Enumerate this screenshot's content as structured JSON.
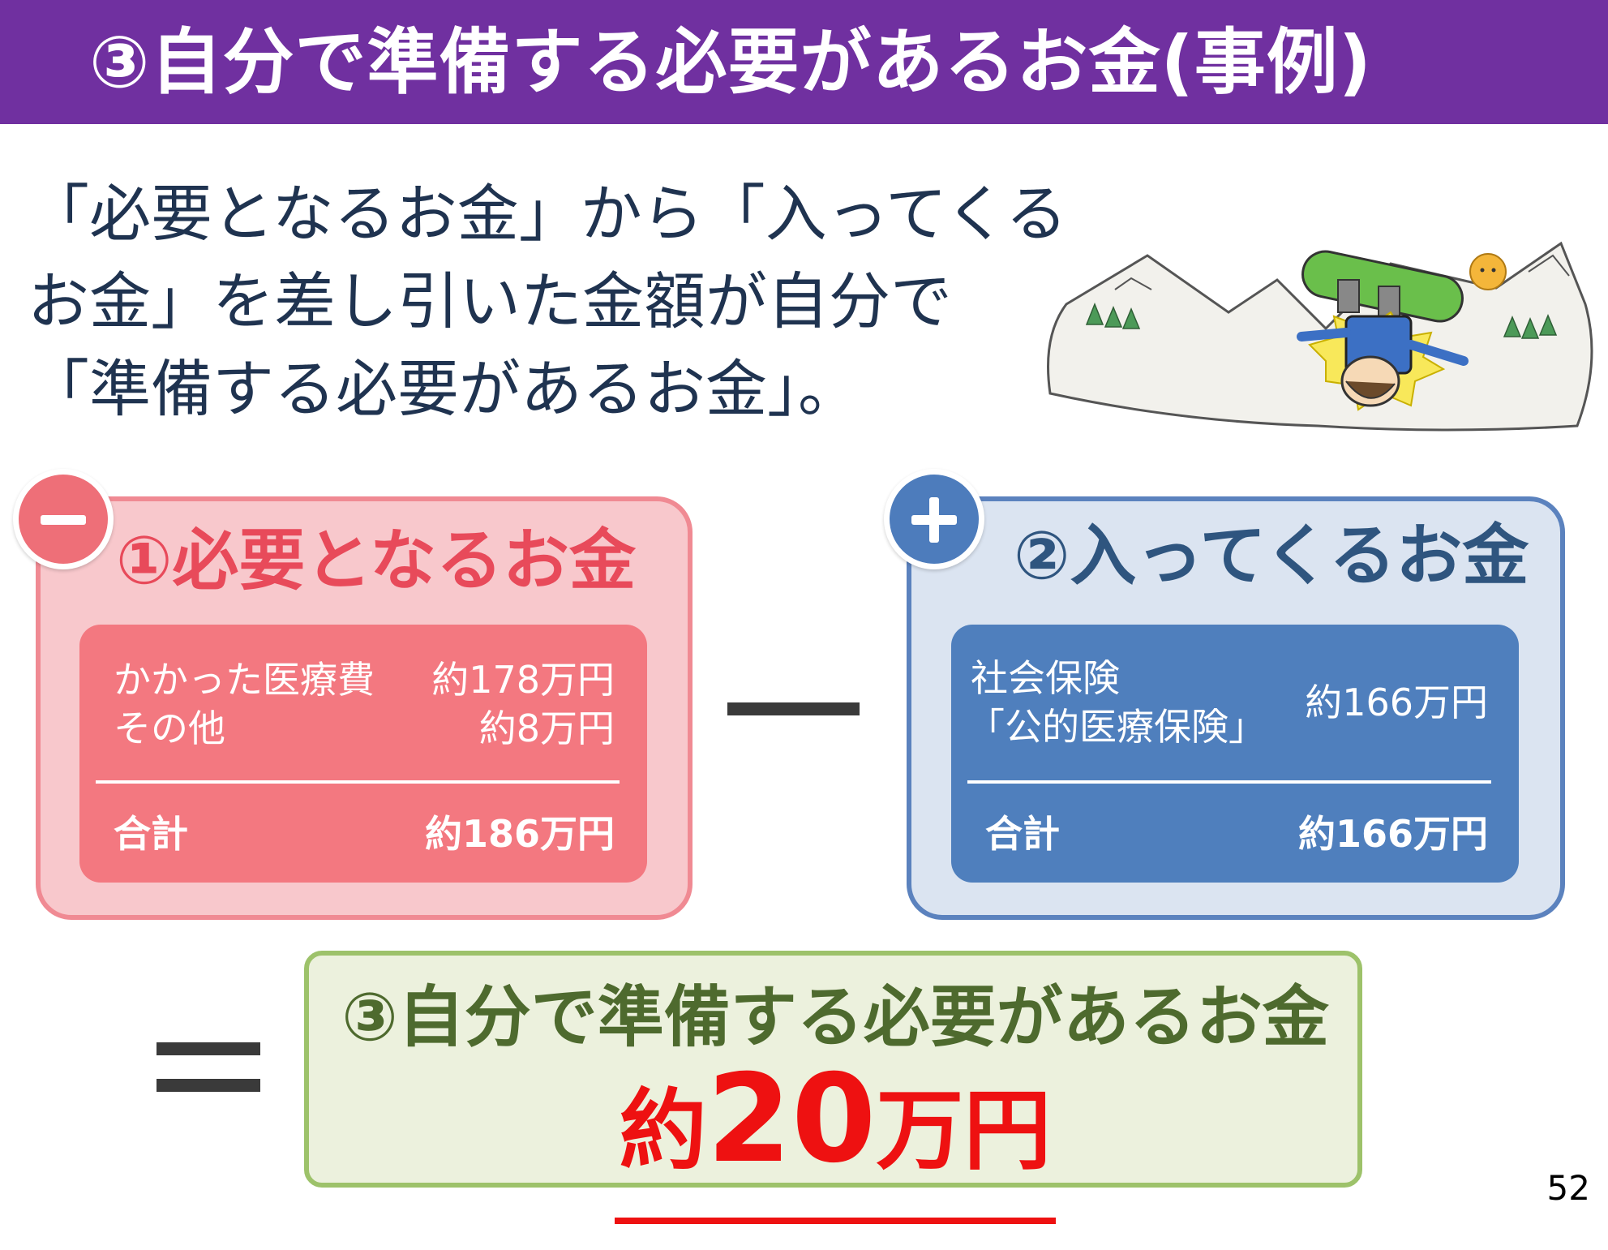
{
  "header": {
    "title": "③自分で準備する必要があるお金(事例)",
    "background": "#7030a0"
  },
  "intro": {
    "lines": [
      "「必要となるお金」から「入ってくる",
      "お金」を差し引いた金額が自分で",
      "「準備する必要があるお金」。"
    ]
  },
  "illustration": {
    "icon": "snowboarder-fall-illustration"
  },
  "need_card": {
    "badge_icon": "minus-icon",
    "heading": "①必要となるお金",
    "rows": [
      {
        "label": "かかった医療費",
        "value": "約178万円"
      },
      {
        "label": "その他",
        "value": "約8万円"
      }
    ],
    "total_label": "合計",
    "total_value": "約186万円",
    "accent": "#ee6f78"
  },
  "operator_minus": "minus-operator",
  "income_card": {
    "badge_icon": "plus-icon",
    "heading": "②入ってくるお金",
    "label_line1": "社会保険",
    "label_line2": "「公的医療保険」",
    "value": "約166万円",
    "total_label": "合計",
    "total_value": "約166万円",
    "accent": "#4d7cbc"
  },
  "operator_equals": "equals-operator",
  "result": {
    "heading": "③自分で準備する必要があるお金",
    "amount_prefix": "約",
    "amount_number": "20",
    "amount_suffix": "万円",
    "amount_color": "#ee1111"
  },
  "page_number": "52"
}
